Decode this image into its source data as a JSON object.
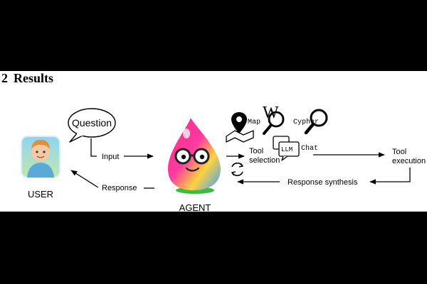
{
  "section": {
    "number": "2",
    "title": "Results"
  },
  "diagram": {
    "user_label": "USER",
    "agent_label": "AGENT",
    "question": "Question",
    "input": "Input",
    "response": "Response",
    "tool_selection_line1": "Tool",
    "tool_selection_line2": "selection",
    "tool_execution_line1": "Tool",
    "tool_execution_line2": "execution",
    "response_synthesis": "Response synthesis",
    "tools": {
      "map": "Map",
      "cypher": "Cypher",
      "llm": "LLM",
      "chat": "Chat"
    }
  },
  "icons": [
    "user-avatar-icon",
    "agent-mascot-icon",
    "map-pin-icon",
    "wikipedia-w-icon",
    "magnifier-icon",
    "chat-bubbles-icon",
    "cycle-arrows-icon"
  ],
  "colors": {
    "agent_pink": "#ff2d8a",
    "agent_yellow": "#ffd23f",
    "agent_blue": "#3aa0ff",
    "agent_green": "#3dbb3d",
    "user_bg": "#6fc3ef"
  }
}
